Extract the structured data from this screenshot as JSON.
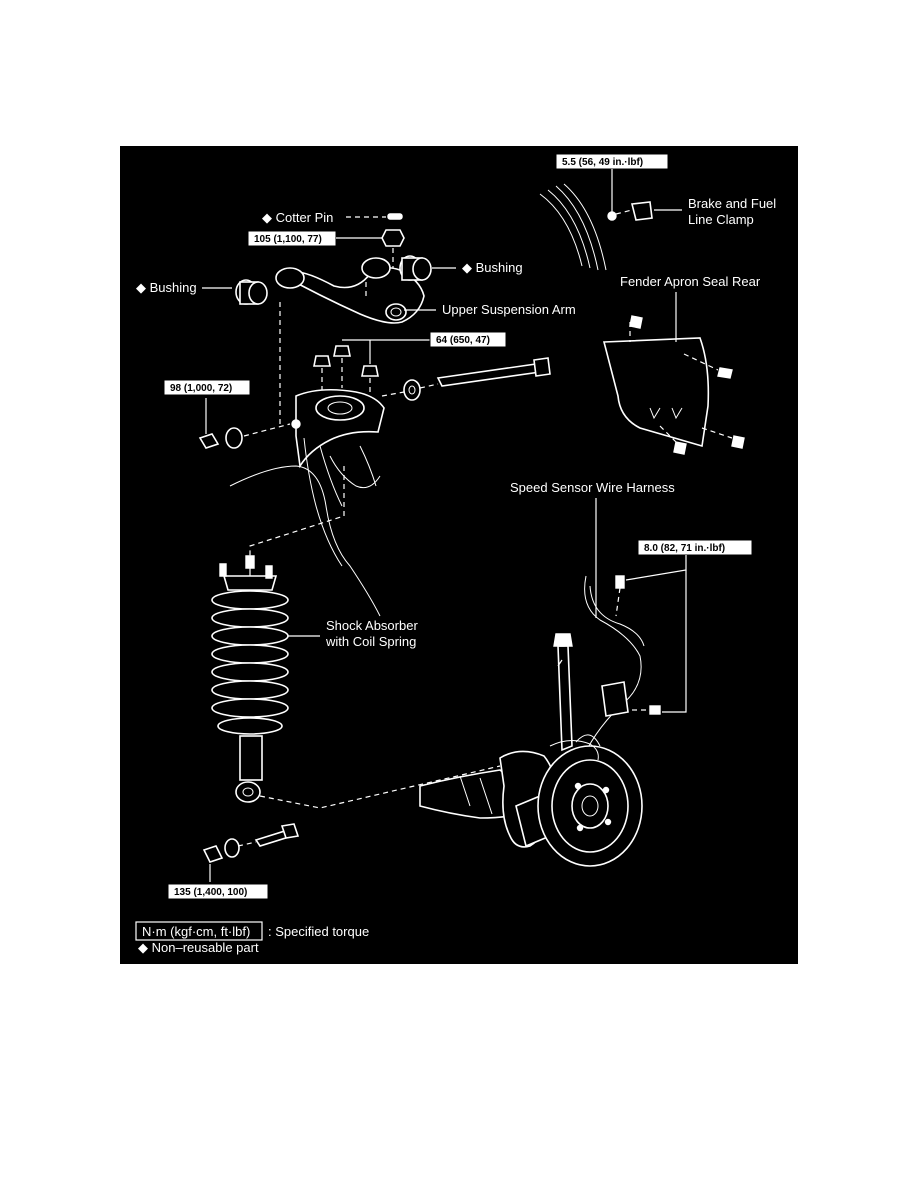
{
  "labels": {
    "cotter_pin": "◆ Cotter Pin",
    "bushing_left": "◆ Bushing",
    "bushing_right": "◆ Bushing",
    "upper_arm": "Upper Suspension Arm",
    "brake_clamp_1": "Brake and Fuel",
    "brake_clamp_2": "Line Clamp",
    "fender_apron": "Fender Apron Seal Rear",
    "speed_sensor": "Speed Sensor Wire Harness",
    "shock_1": "Shock Absorber",
    "shock_2": "with Coil Spring"
  },
  "torque_boxes": {
    "brake_clamp": "5.5 (56, 49 in.·lbf)",
    "cotter_nut": "105 (1,100, 77)",
    "upper_nuts": "64 (650, 47)",
    "arm_bolt": "98 (1,000, 72)",
    "sensor_bolts": "8.0 (82, 71 in.·lbf)",
    "lower_bolt": "135 (1,400, 100)"
  },
  "legend": {
    "unit_box": "N·m (kgf·cm, ft·lbf)",
    "unit_desc": ": Specified torque",
    "nonreusable": "◆ Non–reusable part"
  },
  "colors": {
    "background": "#000000",
    "foreground": "#ffffff",
    "page": "#ffffff"
  }
}
